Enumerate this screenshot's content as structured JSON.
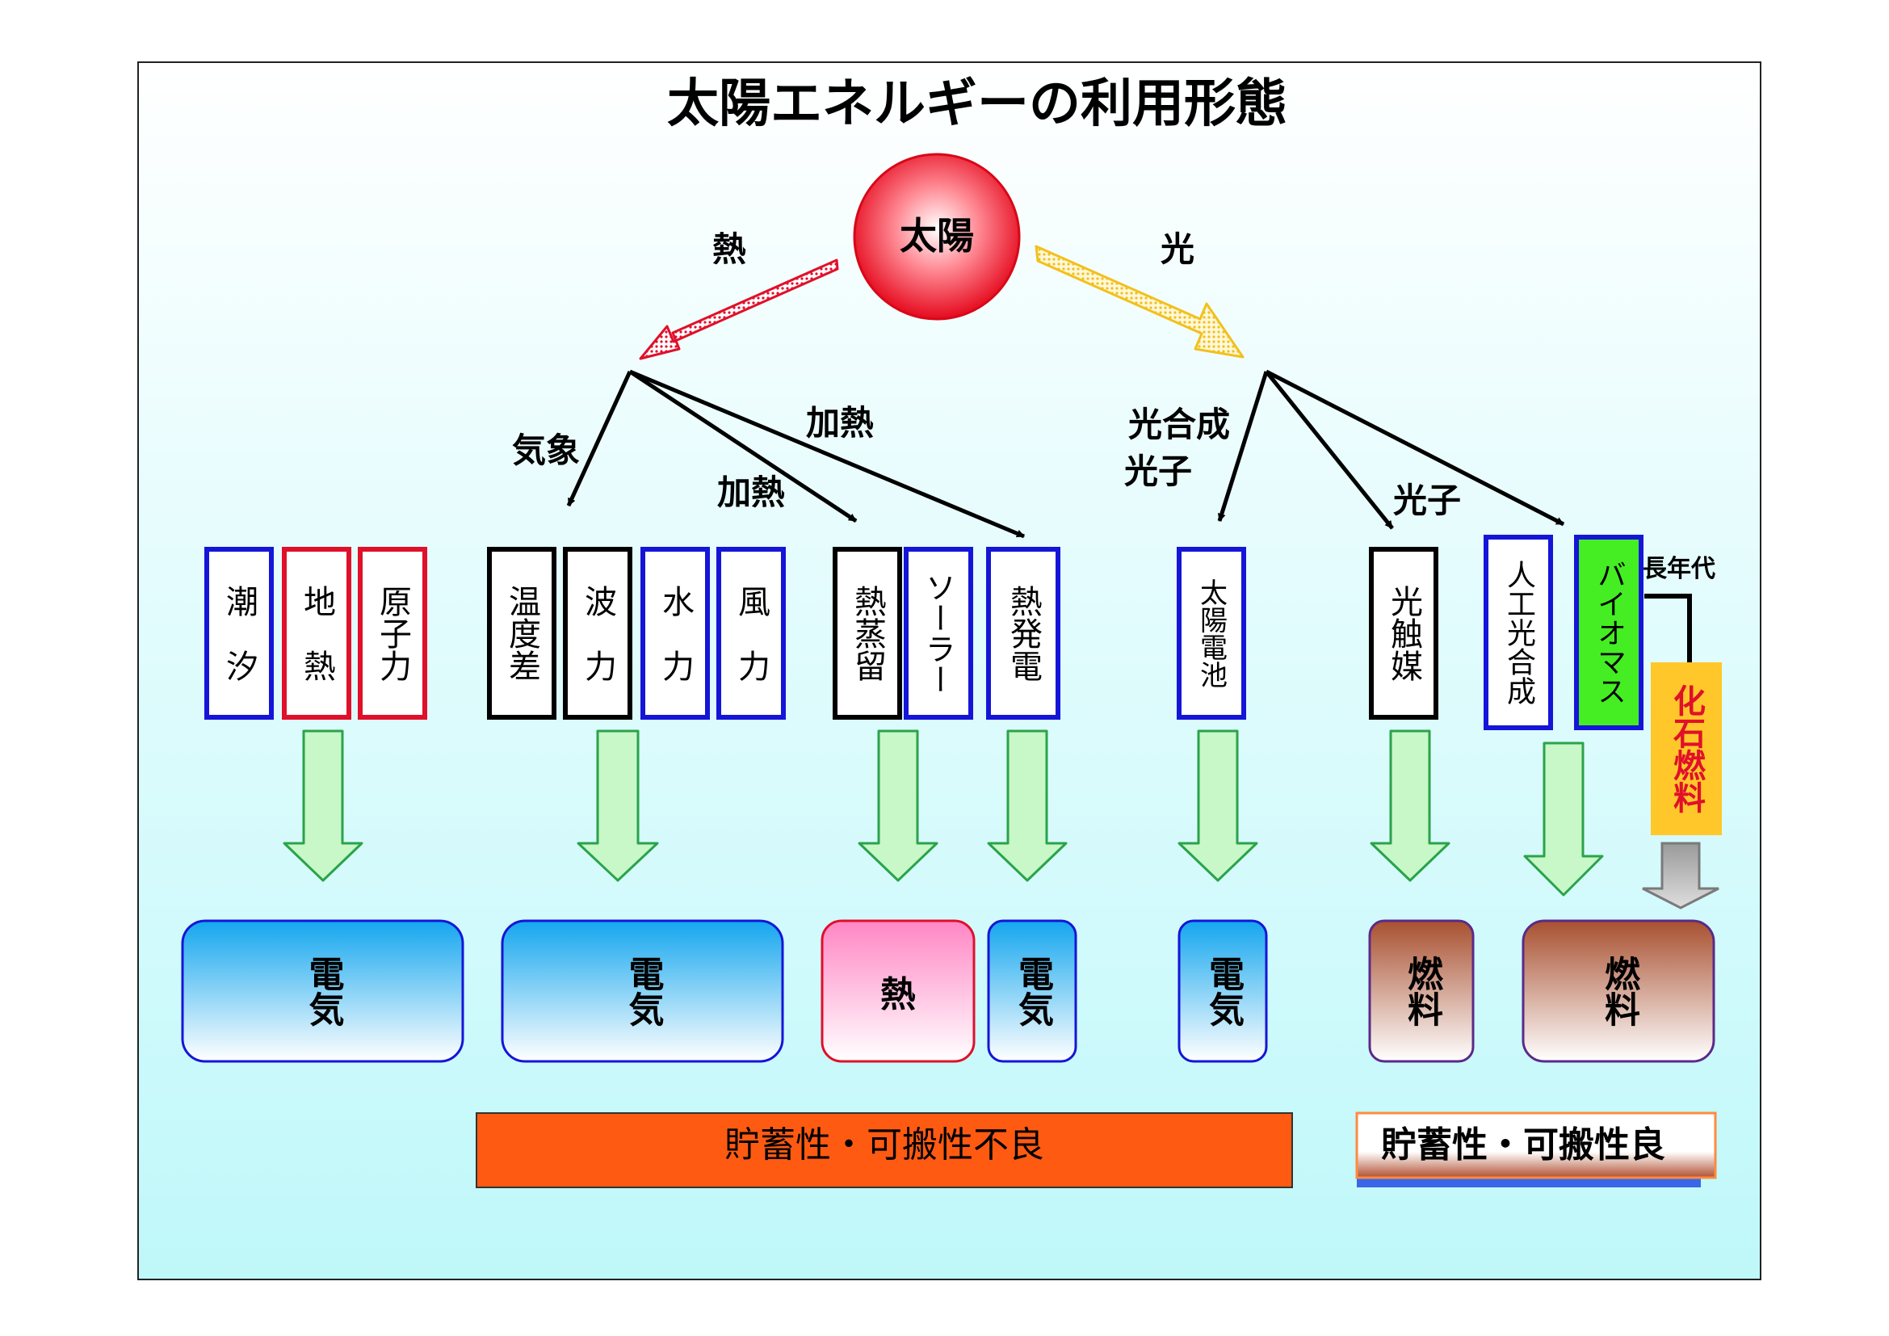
{
  "title": "太陽エネルギーの利用形態",
  "sun": {
    "label": "太陽"
  },
  "branches": {
    "heat": "熱",
    "light": "光",
    "weather": "気象",
    "heating1": "加熱",
    "heating2": "加熱",
    "photosynthesis_line1": "光合成",
    "photosynthesis_line2": "光子",
    "photon": "光子"
  },
  "sources": [
    {
      "id": "tide",
      "label": "潮　汐",
      "border": "#1515d8"
    },
    {
      "id": "geothermal",
      "label": "地　熱",
      "border": "#e0102a"
    },
    {
      "id": "nuclear",
      "label": "原子力",
      "border": "#e0102a"
    },
    {
      "id": "temp-diff",
      "label": "温度差",
      "border": "#000000"
    },
    {
      "id": "wave",
      "label": "波　力",
      "border": "#000000"
    },
    {
      "id": "hydro",
      "label": "水　力",
      "border": "#1515d8"
    },
    {
      "id": "wind",
      "label": "風　力",
      "border": "#1515d8"
    },
    {
      "id": "distill",
      "label": "熱蒸留",
      "border": "#000000"
    },
    {
      "id": "solar",
      "label": "ソーラー",
      "border": "#1515d8"
    },
    {
      "id": "thermal-power",
      "label": "熱発電",
      "border": "#1515d8"
    },
    {
      "id": "solar-cell",
      "label": "太陽電池",
      "border": "#1515d8"
    },
    {
      "id": "photocatalyst",
      "label": "光触媒",
      "border": "#000000"
    },
    {
      "id": "artificial-photosynthesis",
      "label": "人工光合成",
      "border": "#1515d8"
    },
    {
      "id": "biomass",
      "label": "バイオマス",
      "border": "#1515d8",
      "fill": "#44ee22"
    }
  ],
  "fossil": {
    "label": "化石燃料",
    "note": "長年代",
    "fill": "#ffc72a",
    "text_color": "#e0102a"
  },
  "outputs": [
    {
      "id": "elec-1",
      "label": "電気"
    },
    {
      "id": "elec-2",
      "label": "電気"
    },
    {
      "id": "heat-out",
      "label": "熱"
    },
    {
      "id": "elec-3",
      "label": "電気"
    },
    {
      "id": "elec-4",
      "label": "電気"
    },
    {
      "id": "fuel-1",
      "label": "燃料"
    },
    {
      "id": "fuel-2",
      "label": "燃料"
    }
  ],
  "footer": {
    "poor": "貯蓄性・可搬性不良",
    "good": "貯蓄性・可搬性良"
  },
  "colors": {
    "heat_arrow": "#e0102a",
    "light_arrow": "#f2c01e",
    "down_arrow": "#c8f7c8",
    "down_arrow_stroke": "#2aa34a",
    "poor_bar": "#ff5a12",
    "elec": "#14a6ee",
    "heat_out": "#ff86c4",
    "fuel": "#a85030"
  }
}
